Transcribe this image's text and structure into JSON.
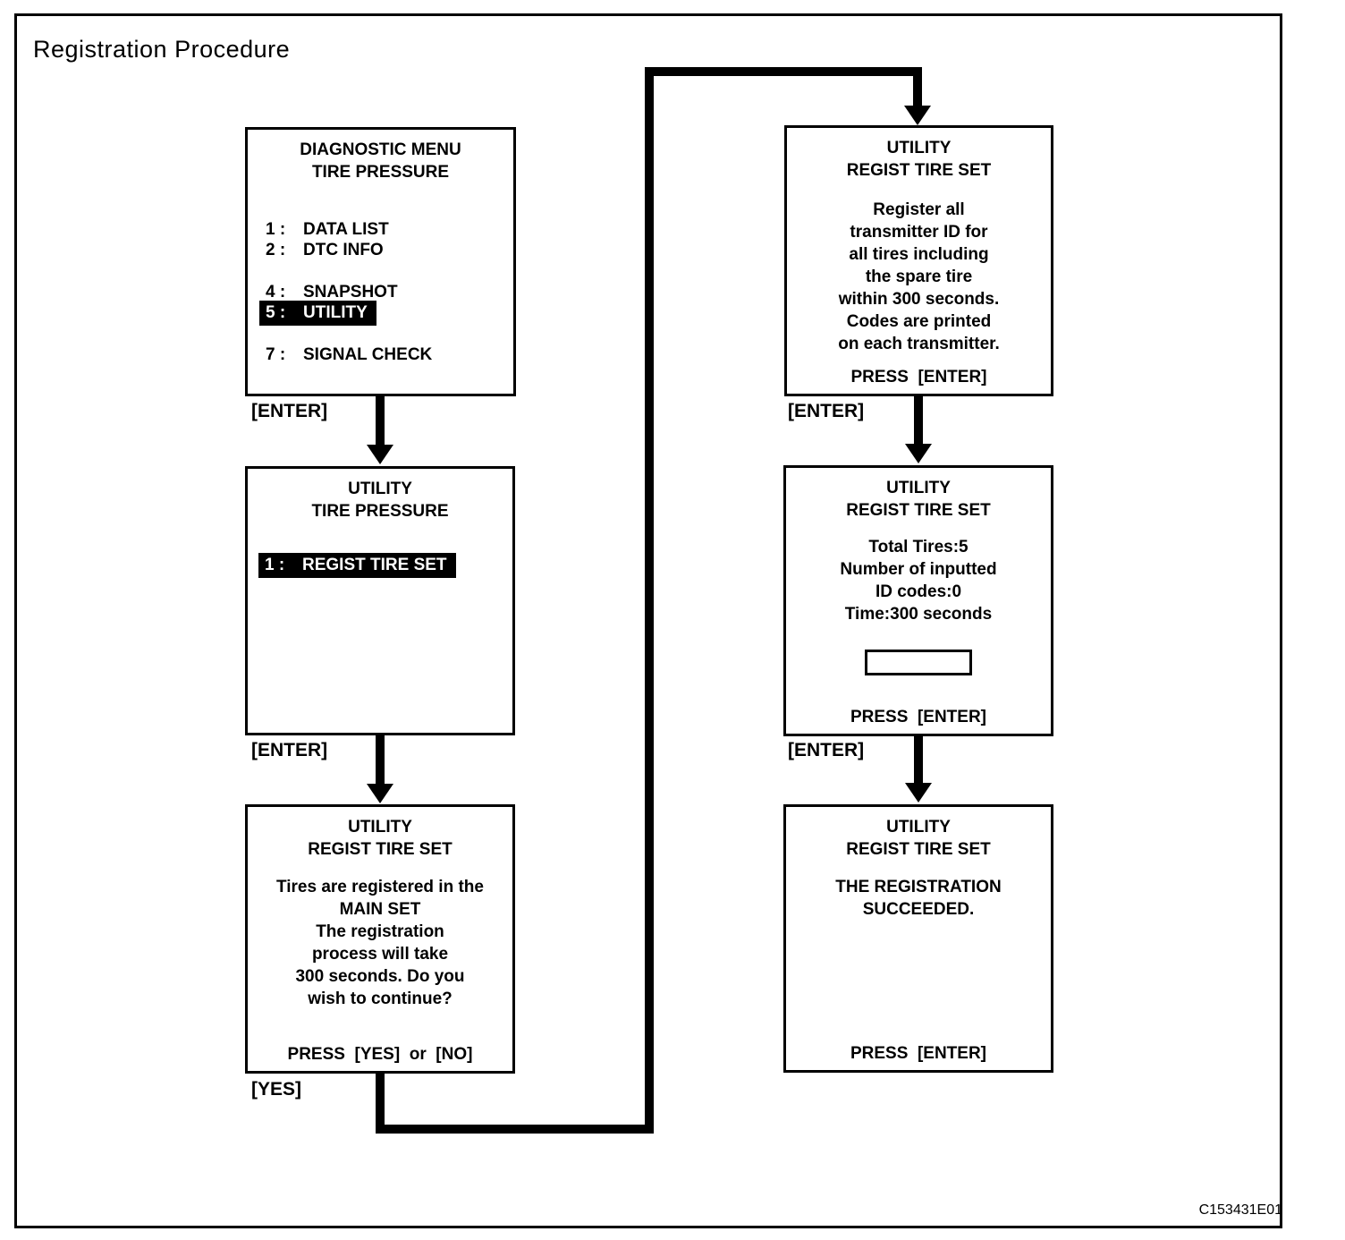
{
  "page": {
    "title": "Registration Procedure",
    "figure_code": "C153431E01"
  },
  "key_labels": {
    "enter": "[ENTER]",
    "yes": "[YES]"
  },
  "screens": {
    "diagnostic_menu": {
      "title_line1": "DIAGNOSTIC MENU",
      "title_line2": "TIRE PRESSURE",
      "items": [
        {
          "num": "1 :",
          "label": "DATA LIST",
          "highlighted": false
        },
        {
          "num": "2 :",
          "label": "DTC INFO",
          "highlighted": false
        },
        {
          "num": "4 :",
          "label": "SNAPSHOT",
          "highlighted": false
        },
        {
          "num": "5 :",
          "label": "UTILITY",
          "highlighted": true
        },
        {
          "num": "7 :",
          "label": "SIGNAL CHECK",
          "highlighted": false
        }
      ]
    },
    "utility_menu": {
      "title_line1": "UTILITY",
      "title_line2": "TIRE PRESSURE",
      "items": [
        {
          "num": "1 :",
          "label": "REGIST TIRE SET",
          "highlighted": true
        }
      ]
    },
    "confirm": {
      "title_line1": "UTILITY",
      "title_line2": "REGIST TIRE SET",
      "lines": [
        "Tires are registered in the",
        "MAIN SET",
        "The registration",
        "process will take",
        "300 seconds. Do you",
        "wish to continue?"
      ],
      "press": "PRESS  [YES]  or  [NO]"
    },
    "register_info": {
      "title_line1": "UTILITY",
      "title_line2": "REGIST TIRE SET",
      "lines": [
        "Register all",
        "transmitter ID for",
        "all tires including",
        "the spare tire",
        "within 300 seconds.",
        "Codes are printed",
        "on each transmitter."
      ],
      "press": "PRESS  [ENTER]"
    },
    "progress": {
      "title_line1": "UTILITY",
      "title_line2": "REGIST TIRE SET",
      "lines": [
        "Total Tires:5",
        "Number of inputted",
        "ID codes:0",
        "Time:300 seconds"
      ],
      "press": "PRESS  [ENTER]"
    },
    "success": {
      "title_line1": "UTILITY",
      "title_line2": "REGIST TIRE SET",
      "lines": [
        "THE REGISTRATION",
        "SUCCEEDED."
      ],
      "press": "PRESS  [ENTER]"
    }
  }
}
